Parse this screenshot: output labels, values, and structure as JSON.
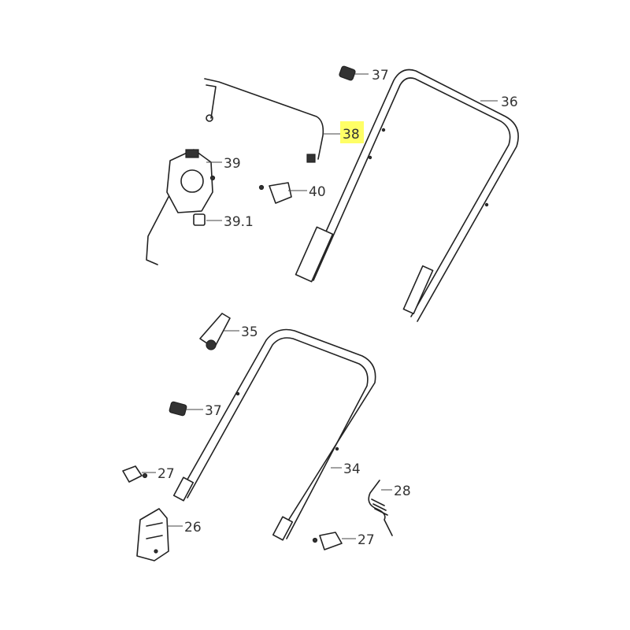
{
  "highlight_color": "#ffff66",
  "labels": {
    "p37_top": "37",
    "p36": "36",
    "p38": "38",
    "p39": "39",
    "p40": "40",
    "p39_1": "39.1",
    "p35": "35",
    "p37_mid": "37",
    "p34": "34",
    "p27_left": "27",
    "p28": "28",
    "p26": "26",
    "p27_right": "27"
  },
  "highlighted_part": "38"
}
